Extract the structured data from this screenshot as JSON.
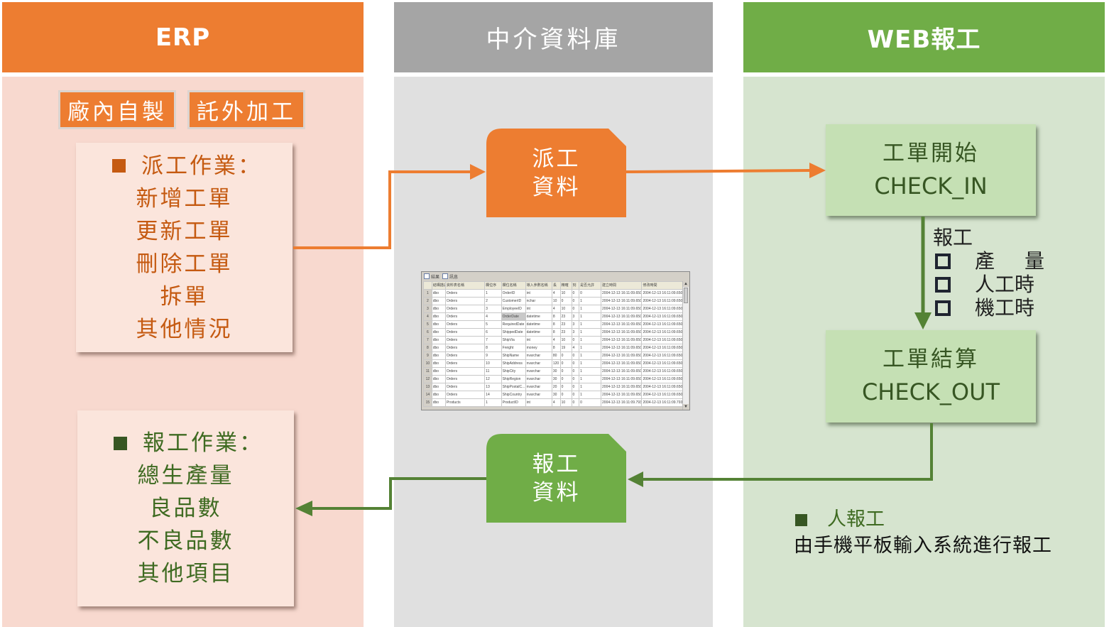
{
  "columns": {
    "erp": {
      "title": "ERP",
      "color": "#ed7d31",
      "bg": "#f8d9cf"
    },
    "middleware": {
      "title": "中介資料庫",
      "color": "#a5a5a5",
      "bg": "#e0e0e0"
    },
    "web": {
      "title": "WEB報工",
      "color": "#70ad47",
      "bg": "#d6e4cf"
    }
  },
  "erp": {
    "tags": [
      "廠內自製",
      "託外加工"
    ],
    "dispatch": {
      "title": "派工作業：",
      "items": [
        "新增工單",
        "更新工單",
        "刪除工單",
        "拆單",
        "其他情況"
      ]
    },
    "report": {
      "title": "報工作業：",
      "items": [
        "總生產量",
        "良品數",
        "不良品數",
        "其他項目"
      ]
    }
  },
  "middleware": {
    "dispatch_data": {
      "line1": "派工",
      "line2": "資料"
    },
    "report_data": {
      "line1": "報工",
      "line2": "資料"
    },
    "db_table": {
      "tabs": [
        "結果",
        "訊息"
      ],
      "headers": [
        "結構描述",
        "資料表名稱",
        "欄位序",
        "欄位名稱",
        "導入參數名稱",
        "長",
        "精確",
        "刻",
        "是否允許",
        "建立時間",
        "修改時間"
      ],
      "rows": [
        [
          "1",
          "dbo",
          "Orders",
          "1",
          "OrderID",
          "int",
          "4",
          "10",
          "0",
          "0",
          "2004-12-13 16:11:09.650",
          "2004-12-13 16:11:09.650"
        ],
        [
          "2",
          "dbo",
          "Orders",
          "2",
          "CustomerID",
          "nchar",
          "10",
          "0",
          "0",
          "1",
          "2004-12-13 16:11:09.650",
          "2004-12-13 16:11:09.650"
        ],
        [
          "3",
          "dbo",
          "Orders",
          "3",
          "EmployeeID",
          "int",
          "4",
          "10",
          "0",
          "1",
          "2004-12-13 16:11:09.650",
          "2004-12-13 16:11:09.650"
        ],
        [
          "4",
          "dbo",
          "Orders",
          "4",
          "OrderDate",
          "datetime",
          "8",
          "23",
          "3",
          "1",
          "2004-12-13 16:11:09.650",
          "2004-12-13 16:11:09.650"
        ],
        [
          "5",
          "dbo",
          "Orders",
          "5",
          "RequiredDate",
          "datetime",
          "8",
          "23",
          "3",
          "1",
          "2004-12-13 16:11:09.650",
          "2004-12-13 16:11:09.650"
        ],
        [
          "6",
          "dbo",
          "Orders",
          "6",
          "ShippedDate",
          "datetime",
          "8",
          "23",
          "3",
          "1",
          "2004-12-13 16:11:09.650",
          "2004-12-13 16:11:09.650"
        ],
        [
          "7",
          "dbo",
          "Orders",
          "7",
          "ShipVia",
          "int",
          "4",
          "10",
          "0",
          "1",
          "2004-12-13 16:11:09.650",
          "2004-12-13 16:11:09.650"
        ],
        [
          "8",
          "dbo",
          "Orders",
          "8",
          "Freight",
          "money",
          "8",
          "19",
          "4",
          "1",
          "2004-12-13 16:11:09.650",
          "2004-12-13 16:11:09.650"
        ],
        [
          "9",
          "dbo",
          "Orders",
          "9",
          "ShipName",
          "nvarchar",
          "80",
          "0",
          "0",
          "1",
          "2004-12-13 16:11:09.650",
          "2004-12-13 16:11:09.650"
        ],
        [
          "10",
          "dbo",
          "Orders",
          "10",
          "ShipAddress",
          "nvarchar",
          "120",
          "0",
          "0",
          "1",
          "2004-12-13 16:11:09.650",
          "2004-12-13 16:11:09.650"
        ],
        [
          "11",
          "dbo",
          "Orders",
          "11",
          "ShipCity",
          "nvarchar",
          "30",
          "0",
          "0",
          "1",
          "2004-12-13 16:11:09.650",
          "2004-12-13 16:11:09.650"
        ],
        [
          "12",
          "dbo",
          "Orders",
          "12",
          "ShipRegion",
          "nvarchar",
          "30",
          "0",
          "0",
          "1",
          "2004-12-13 16:11:09.650",
          "2004-12-13 16:11:09.650"
        ],
        [
          "13",
          "dbo",
          "Orders",
          "13",
          "ShipPostalC...",
          "nvarchar",
          "20",
          "0",
          "0",
          "1",
          "2004-12-13 16:11:09.650",
          "2004-12-13 16:11:09.650"
        ],
        [
          "14",
          "dbo",
          "Orders",
          "14",
          "ShipCountry",
          "nvarchar",
          "30",
          "0",
          "0",
          "1",
          "2004-12-13 16:11:09.650",
          "2004-12-13 16:11:09.650"
        ],
        [
          "15",
          "dbo",
          "Products",
          "1",
          "ProductID",
          "int",
          "4",
          "10",
          "0",
          "0",
          "2004-12-13 16:11:09.793",
          "2004-12-13 16:11:09.793"
        ]
      ],
      "selected_cell": {
        "row": 4,
        "column": "欄位名稱"
      }
    }
  },
  "web": {
    "checkin": {
      "zh": "工單開始",
      "en": "CHECK_IN"
    },
    "checkout": {
      "zh": "工單結算",
      "en": "CHECK_OUT"
    },
    "report_list": {
      "title": "報工",
      "items": [
        "產量",
        "人工時",
        "機工時"
      ]
    },
    "people_note": {
      "title": "人報工",
      "desc": "由手機平板輸入系統進行報工"
    }
  },
  "colors": {
    "orange": "#ed7d31",
    "orange_text": "#c55a11",
    "green": "#70ad47",
    "green_dark": "#548235",
    "green_text": "#375623",
    "grey": "#a5a5a5"
  }
}
